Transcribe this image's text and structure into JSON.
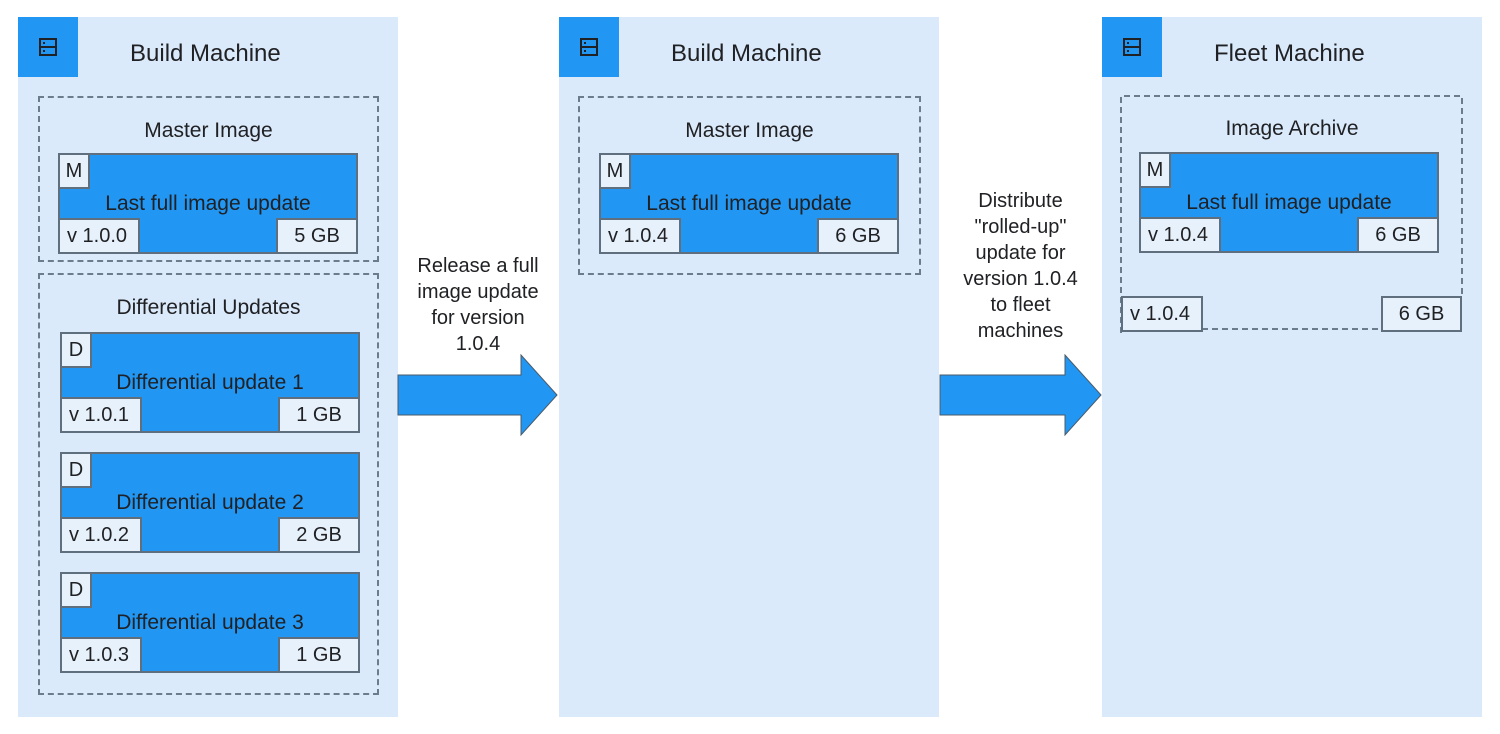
{
  "colors": {
    "panel": "#dbeafa",
    "accent": "#2196f3",
    "box": "#e7f1fb",
    "border": "#5f6f7e"
  },
  "panels": [
    {
      "title": "Build Machine",
      "icon": "server-icon",
      "master": {
        "title": "Master Image",
        "card": {
          "badge": "M",
          "title": "Last full image update",
          "version": "v 1.0.0",
          "size": "5 GB"
        }
      },
      "diff": {
        "title": "Differential Updates",
        "cards": [
          {
            "badge": "D",
            "title": "Differential update 1",
            "version": "v 1.0.1",
            "size": "1 GB"
          },
          {
            "badge": "D",
            "title": "Differential update 2",
            "version": "v 1.0.2",
            "size": "2 GB"
          },
          {
            "badge": "D",
            "title": "Differential update 3",
            "version": "v 1.0.3",
            "size": "1 GB"
          }
        ]
      }
    },
    {
      "title": "Build Machine",
      "icon": "server-icon",
      "master": {
        "title": "Master Image",
        "card": {
          "badge": "M",
          "title": "Last full image update",
          "version": "v 1.0.4",
          "size": "6 GB"
        }
      }
    },
    {
      "title": "Fleet Machine",
      "icon": "server-icon",
      "archive": {
        "title": "Image Archive",
        "card": {
          "badge": "M",
          "title": "Last full image update",
          "version": "v 1.0.4",
          "size": "6 GB"
        },
        "extra_version": "v 1.0.4",
        "extra_size": "6 GB"
      }
    }
  ],
  "arrows": [
    {
      "lines": [
        "Release a full",
        "image update",
        "for version",
        "1.0.4"
      ]
    },
    {
      "lines": [
        "Distribute",
        "\"rolled-up\"",
        "update for",
        "version 1.0.4",
        "to fleet",
        "machines"
      ]
    }
  ]
}
